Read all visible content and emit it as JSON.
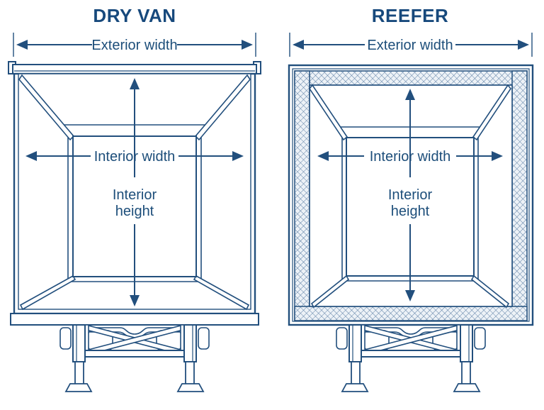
{
  "page": {
    "background": "#ffffff"
  },
  "colors": {
    "line": "#224f7d",
    "title_text": "#17497c",
    "label_text": "#1d4e7a",
    "insulation_hatch_line": "#5a7da3",
    "insulation_hatch_background": "#edf2f7"
  },
  "diagrams": {
    "dry_van": {
      "title": "DRY VAN",
      "labels": {
        "exterior_width": "Exterior width",
        "interior_width": "Interior width",
        "interior_height_line1": "Interior",
        "interior_height_line2": "height"
      }
    },
    "reefer": {
      "title": "REEFER",
      "labels": {
        "exterior_width": "Exterior width",
        "interior_width": "Interior width",
        "interior_height_line1": "Interior",
        "interior_height_line2": "height"
      }
    }
  }
}
